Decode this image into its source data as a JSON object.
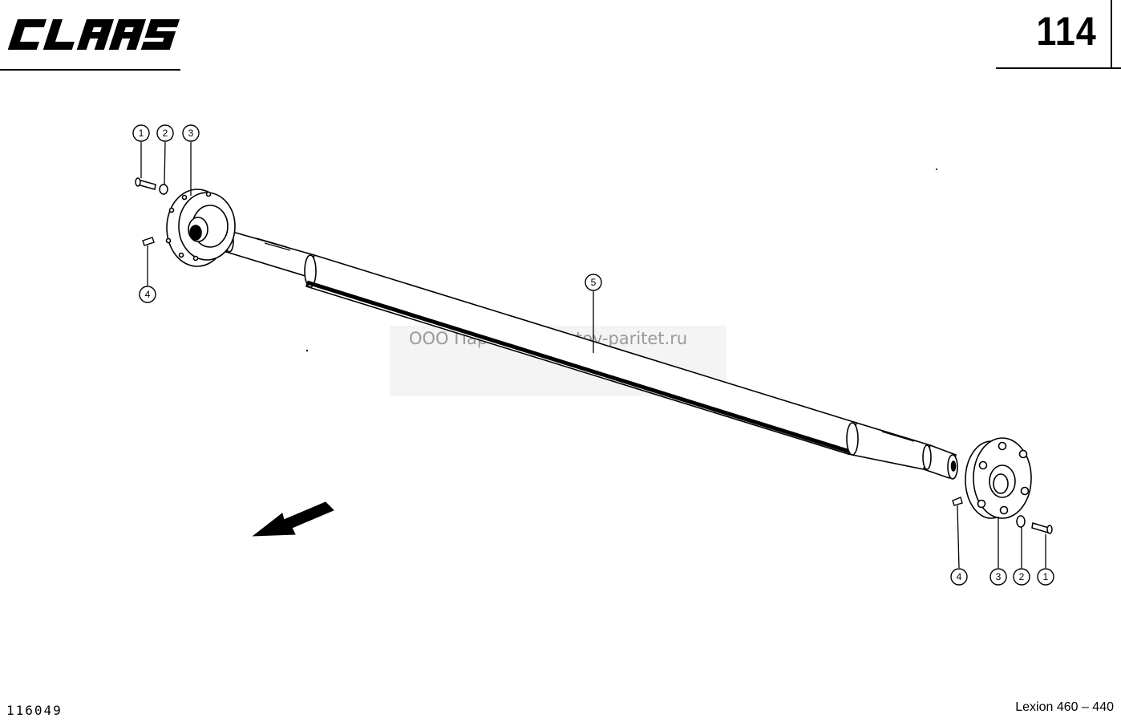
{
  "header": {
    "brand_name": "CLAAS",
    "page_number": "114"
  },
  "watermark": {
    "company": "ООО Паритет",
    "website": "rostov-paritet.ru"
  },
  "footer": {
    "drawing_number": "116049",
    "model": "Lexion 460 – 440"
  },
  "callouts": {
    "left_top": [
      "1",
      "2",
      "3"
    ],
    "left_bottom": "4",
    "shaft": "5",
    "right_bottom": [
      "4",
      "3",
      "2",
      "1"
    ]
  },
  "colors": {
    "ink": "#000000",
    "watermark": "#9a9a9a"
  }
}
